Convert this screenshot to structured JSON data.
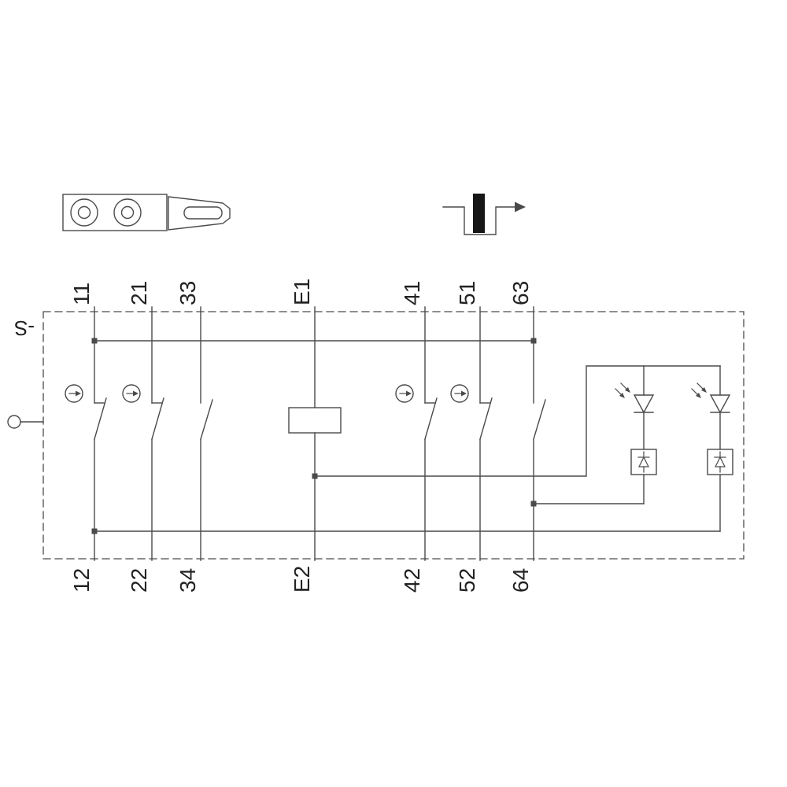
{
  "page": {
    "background": "#ffffff"
  },
  "component": {
    "reference_label": "-S"
  },
  "terminals": {
    "top": [
      "11",
      "21",
      "33",
      "E1",
      "41",
      "51",
      "63"
    ],
    "bottom": [
      "12",
      "22",
      "34",
      "E2",
      "42",
      "52",
      "64"
    ]
  },
  "contacts": [
    {
      "terminals": "11-12",
      "symbol": "break-contact-nc",
      "positive_opening": true
    },
    {
      "terminals": "21-22",
      "symbol": "break-contact-nc",
      "positive_opening": true
    },
    {
      "terminals": "33-34",
      "symbol": "make-contact-no",
      "positive_opening": false
    },
    {
      "terminals": "E1-E2",
      "symbol": "solenoid-coil",
      "positive_opening": false
    },
    {
      "terminals": "41-42",
      "symbol": "break-contact-nc",
      "positive_opening": true
    },
    {
      "terminals": "51-52",
      "symbol": "break-contact-no",
      "positive_opening": true
    },
    {
      "terminals": "63-64",
      "symbol": "make-contact-no",
      "positive_opening": false
    }
  ],
  "indicators": [
    {
      "name": "led-indicator-1",
      "symbol": "led-with-series-diode"
    },
    {
      "name": "led-indicator-2",
      "symbol": "led-with-series-diode"
    }
  ],
  "pictograms": [
    {
      "name": "actuator-key-drawing"
    },
    {
      "name": "actuation-direction-symbol"
    }
  ],
  "colors": {
    "line": "#4a4a4a",
    "text": "#222222",
    "actuator_bar": "#161616",
    "background": "#ffffff"
  }
}
